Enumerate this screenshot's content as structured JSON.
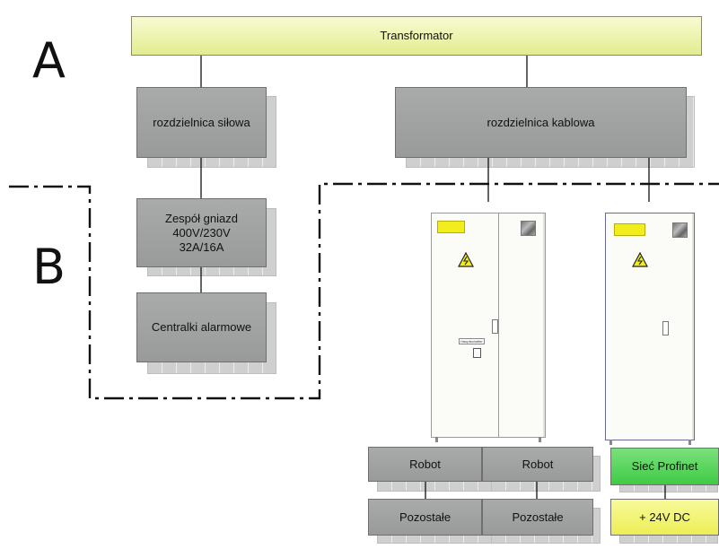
{
  "zones": {
    "a": "A",
    "b": "B"
  },
  "nodes": {
    "transformer": "Transformator",
    "power_switchboard": "rozdzielnica siłowa",
    "cable_switchboard": "rozdzielnica kablowa",
    "socket_set": [
      "Zespół gniazd",
      "400V/230V",
      "32A/16A"
    ],
    "alarm_centrals": "Centralki alarmowe",
    "robot_1": "Robot",
    "robot_2": "Robot",
    "other_1": "Pozostałe",
    "other_2": "Pozostałe",
    "profinet": "Sieć Profinet",
    "dc_24v": "+ 24V DC"
  },
  "cabinet_tag": "Hauptschalter",
  "colors": {
    "box_gray": "#a3a5a4",
    "transformer_yellow": "#eef3b8",
    "profinet_green": "#4fd054",
    "dc_yellow": "#eef06a",
    "warning_yellow": "#f2ee1e"
  },
  "icons": [
    "warning-triangle-icon",
    "ventilation-grille-icon"
  ]
}
